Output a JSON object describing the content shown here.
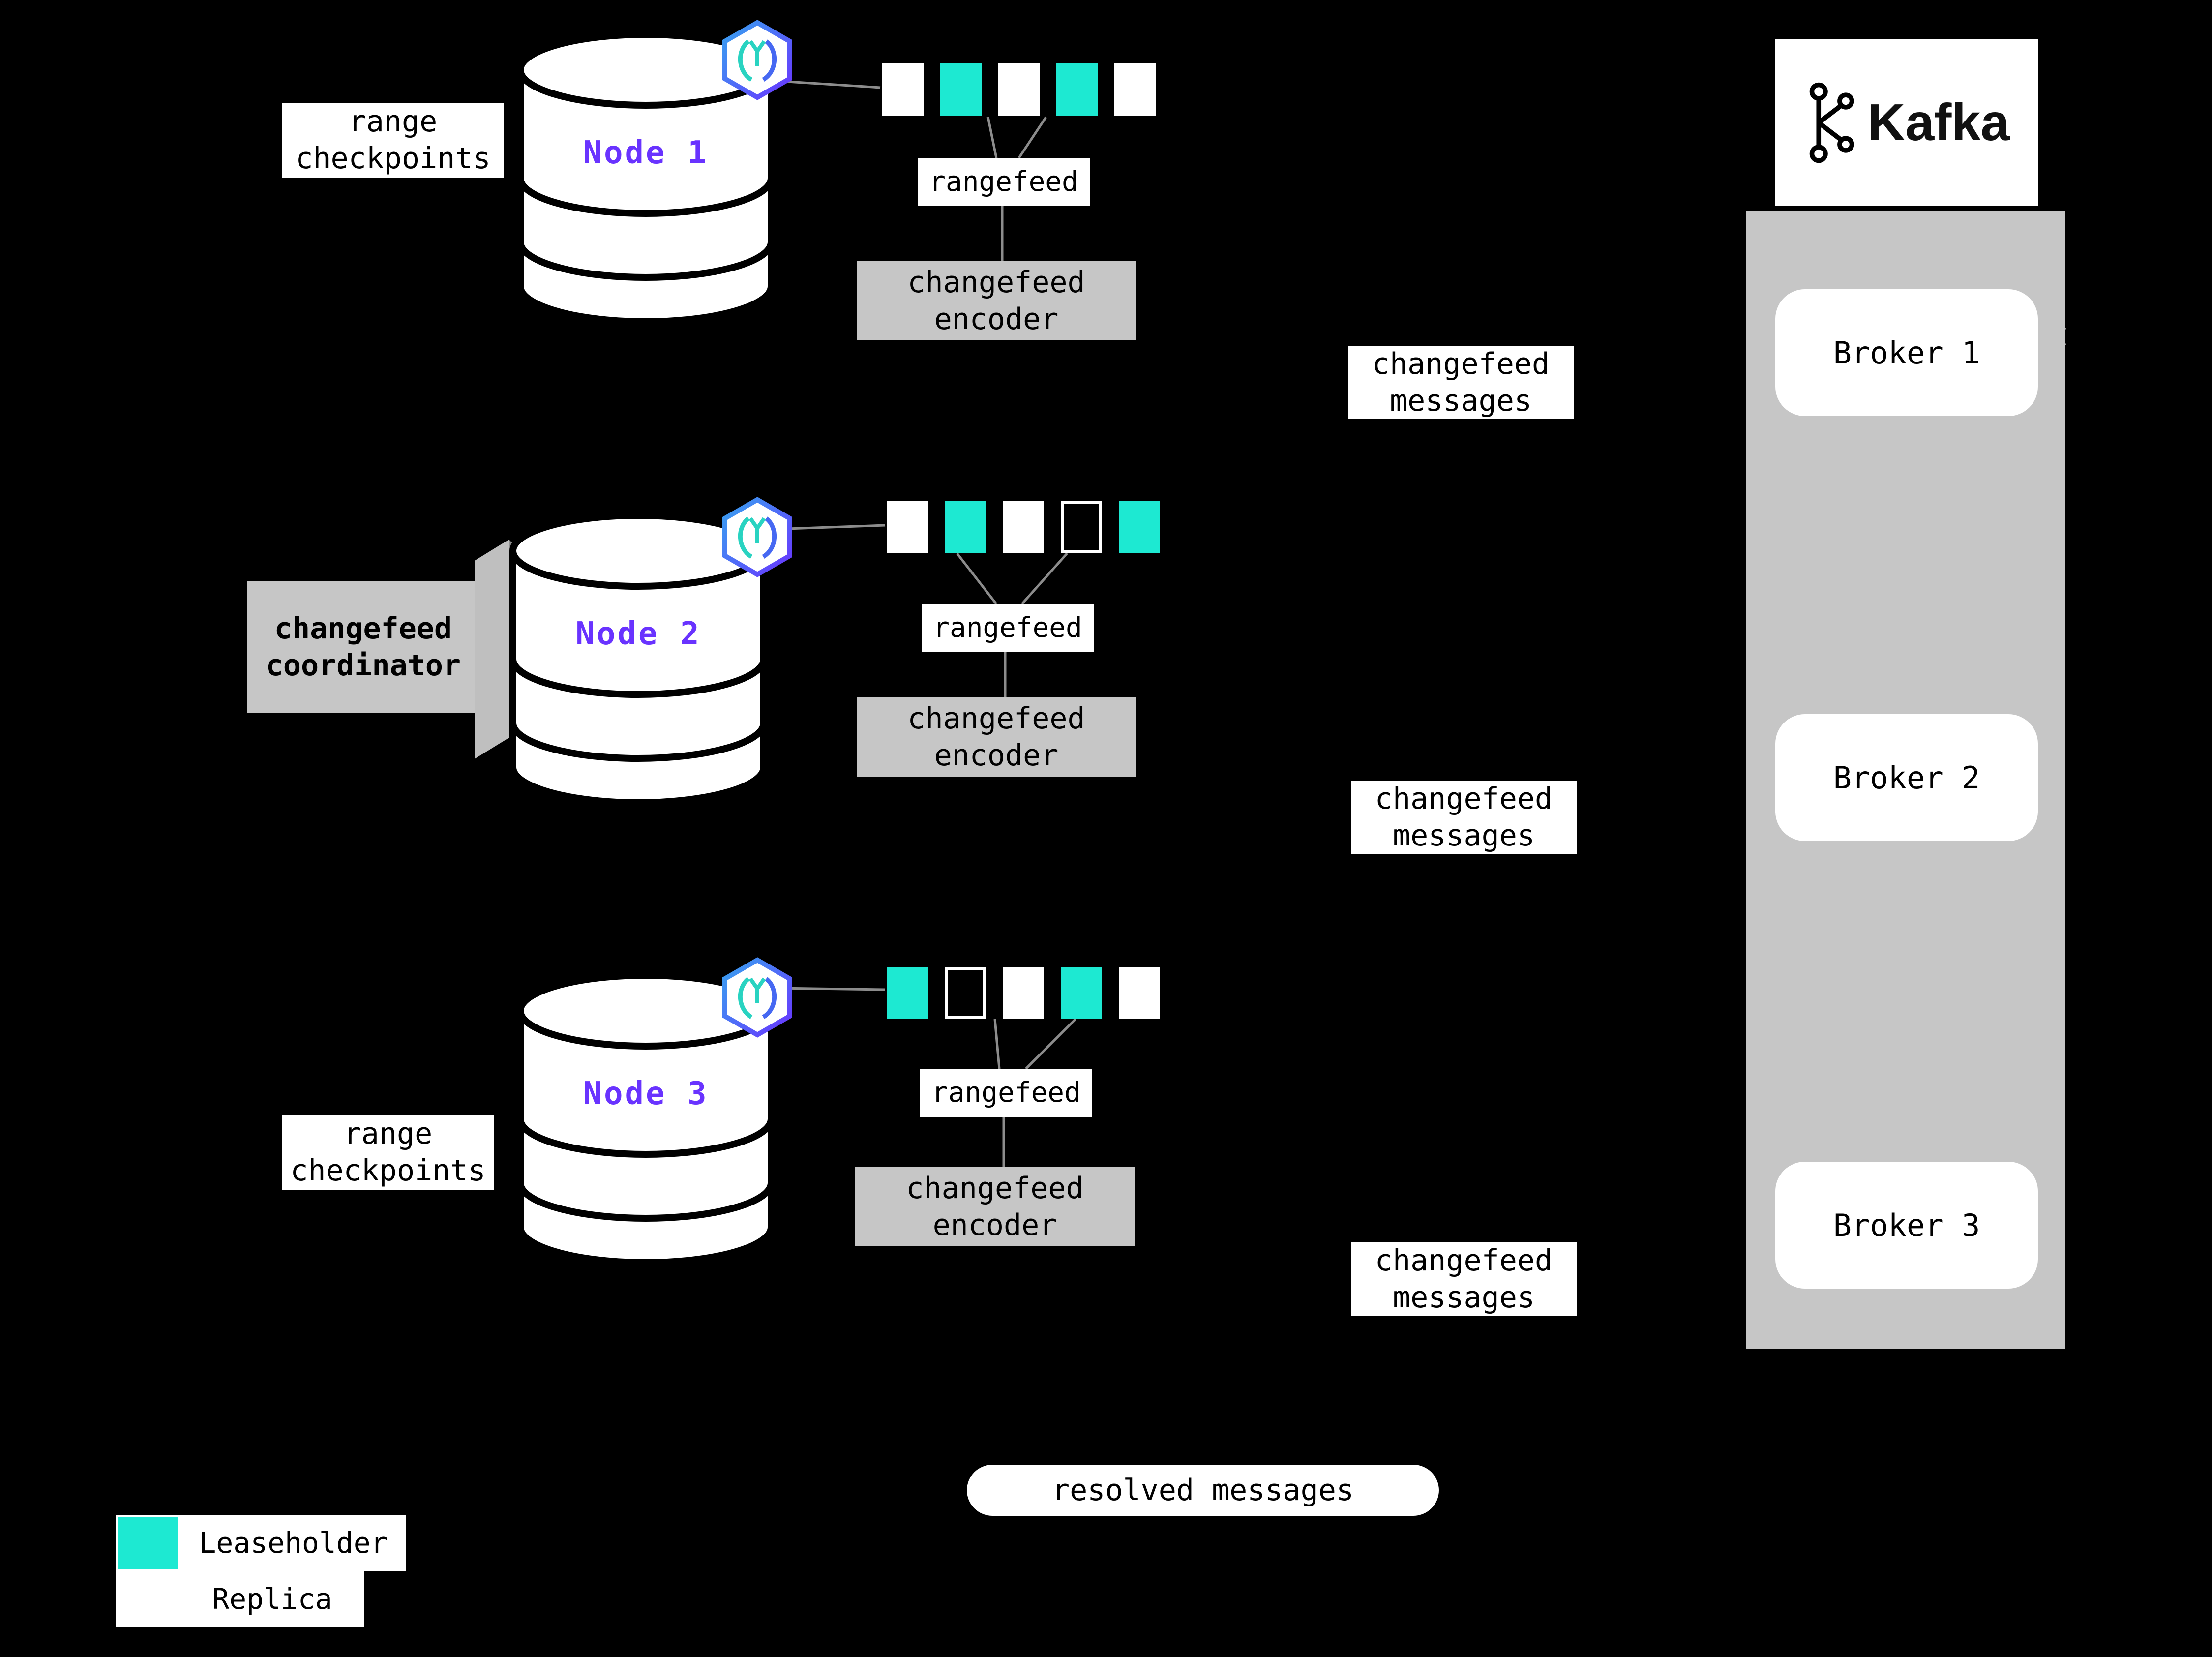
{
  "colors": {
    "background": "#000000",
    "leaseholder_teal": "#1de9d2",
    "replica_white": "#ffffff",
    "node_label_purple": "#6933ff",
    "panel_gray": "#c6c6c6",
    "connector_gray": "#8c8c8c"
  },
  "nodes": [
    {
      "name": "Node 1",
      "checkpoint_label": {
        "line1": "range",
        "line2": "checkpoints"
      },
      "ranges": [
        "replica",
        "leaseholder",
        "replica",
        "leaseholder",
        "replica"
      ],
      "rangefeed_label": "rangefeed",
      "encoder_label": {
        "line1": "changefeed",
        "line2": "encoder"
      },
      "messages_label": {
        "line1": "changefeed",
        "line2": "messages"
      }
    },
    {
      "name": "Node 2",
      "coordinator_label": {
        "line1": "changefeed",
        "line2": "coordinator"
      },
      "ranges": [
        "replica",
        "leaseholder",
        "replica",
        "empty",
        "leaseholder"
      ],
      "rangefeed_label": "rangefeed",
      "encoder_label": {
        "line1": "changefeed",
        "line2": "encoder"
      },
      "messages_label": {
        "line1": "changefeed",
        "line2": "messages"
      }
    },
    {
      "name": "Node 3",
      "checkpoint_label": {
        "line1": "range",
        "line2": "checkpoints"
      },
      "ranges": [
        "leaseholder",
        "empty",
        "replica",
        "leaseholder",
        "replica"
      ],
      "rangefeed_label": "rangefeed",
      "encoder_label": {
        "line1": "changefeed",
        "line2": "encoder"
      },
      "messages_label": {
        "line1": "changefeed",
        "line2": "messages"
      }
    }
  ],
  "kafka": {
    "title": "Kafka",
    "brokers": [
      "Broker 1",
      "Broker 2",
      "Broker 3"
    ]
  },
  "resolved_messages_label": "resolved messages",
  "legend": {
    "items": [
      {
        "type": "leaseholder",
        "label": "Leaseholder"
      },
      {
        "type": "replica",
        "label": "Replica"
      }
    ]
  }
}
